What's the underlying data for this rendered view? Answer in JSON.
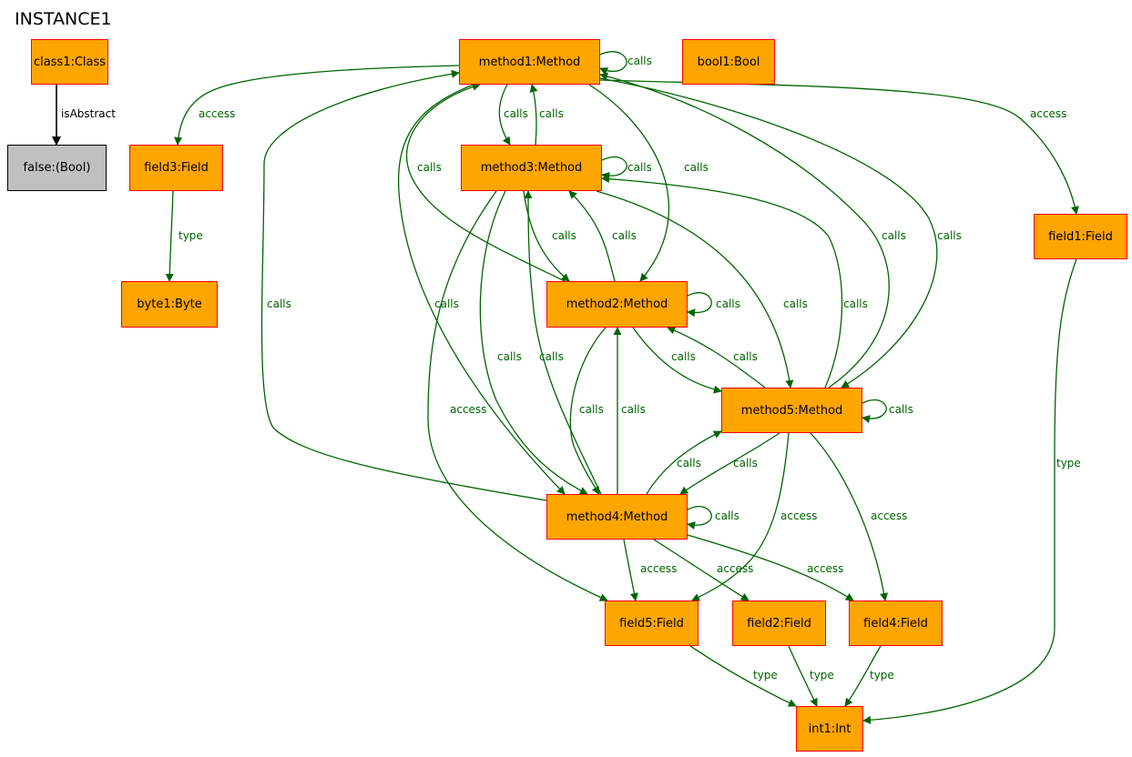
{
  "title": "INSTANCE1",
  "colors": {
    "node_fill": "#ffa500",
    "node_border": "#ff0000",
    "value_fill": "#c0c0c0",
    "value_border": "#000000",
    "edge": "#006400",
    "edge_black": "#000000"
  },
  "nodes": {
    "class1": "class1:Class",
    "false": "false:(Bool)",
    "field3": "field3:Field",
    "byte1": "byte1:Byte",
    "method1": "method1:Method",
    "bool1": "bool1:Bool",
    "method3": "method3:Method",
    "method2": "method2:Method",
    "method5": "method5:Method",
    "method4": "method4:Method",
    "field1": "field1:Field",
    "field5": "field5:Field",
    "field2": "field2:Field",
    "field4": "field4:Field",
    "int1": "int1:Int"
  },
  "edges": [
    {
      "from": "class1",
      "to": "false",
      "label": "isAbstract"
    },
    {
      "from": "field3",
      "to": "byte1",
      "label": "type"
    },
    {
      "from": "method1",
      "to": "field3",
      "label": "access"
    },
    {
      "from": "method1",
      "to": "method1",
      "label": "calls"
    },
    {
      "from": "method1",
      "to": "method3",
      "label": "calls"
    },
    {
      "from": "method3",
      "to": "method1",
      "label": "calls"
    },
    {
      "from": "method1",
      "to": "method2",
      "label": "calls"
    },
    {
      "from": "method1",
      "to": "field1",
      "label": "access"
    },
    {
      "from": "method2",
      "to": "method1",
      "label": "calls"
    },
    {
      "from": "method4",
      "to": "method1",
      "label": "calls"
    },
    {
      "from": "method1",
      "to": "method4",
      "label": "calls"
    },
    {
      "from": "method5",
      "to": "method1",
      "label": "calls"
    },
    {
      "from": "method1",
      "to": "method5",
      "label": "calls"
    },
    {
      "from": "method3",
      "to": "method3",
      "label": "calls"
    },
    {
      "from": "method3",
      "to": "method2",
      "label": "calls"
    },
    {
      "from": "method2",
      "to": "method3",
      "label": "calls"
    },
    {
      "from": "method3",
      "to": "method5",
      "label": "calls"
    },
    {
      "from": "method5",
      "to": "method3",
      "label": "calls"
    },
    {
      "from": "method3",
      "to": "method4",
      "label": "calls"
    },
    {
      "from": "method4",
      "to": "method3",
      "label": "calls"
    },
    {
      "from": "method3",
      "to": "field5",
      "label": "access"
    },
    {
      "from": "method2",
      "to": "method2",
      "label": "calls"
    },
    {
      "from": "method2",
      "to": "method5",
      "label": "calls"
    },
    {
      "from": "method5",
      "to": "method2",
      "label": "calls"
    },
    {
      "from": "method2",
      "to": "method4",
      "label": "calls"
    },
    {
      "from": "method4",
      "to": "method2",
      "label": "calls"
    },
    {
      "from": "method5",
      "to": "method5",
      "label": "calls"
    },
    {
      "from": "method5",
      "to": "method4",
      "label": "calls"
    },
    {
      "from": "method4",
      "to": "method5",
      "label": "calls"
    },
    {
      "from": "method5",
      "to": "field5",
      "label": "access"
    },
    {
      "from": "method5",
      "to": "field4",
      "label": "access"
    },
    {
      "from": "method4",
      "to": "method4",
      "label": "calls"
    },
    {
      "from": "method4",
      "to": "field5",
      "label": "access"
    },
    {
      "from": "method4",
      "to": "field2",
      "label": "access"
    },
    {
      "from": "method4",
      "to": "field4",
      "label": "access"
    },
    {
      "from": "field1",
      "to": "int1",
      "label": "type"
    },
    {
      "from": "field5",
      "to": "int1",
      "label": "type"
    },
    {
      "from": "field2",
      "to": "int1",
      "label": "type"
    },
    {
      "from": "field4",
      "to": "int1",
      "label": "type"
    }
  ]
}
